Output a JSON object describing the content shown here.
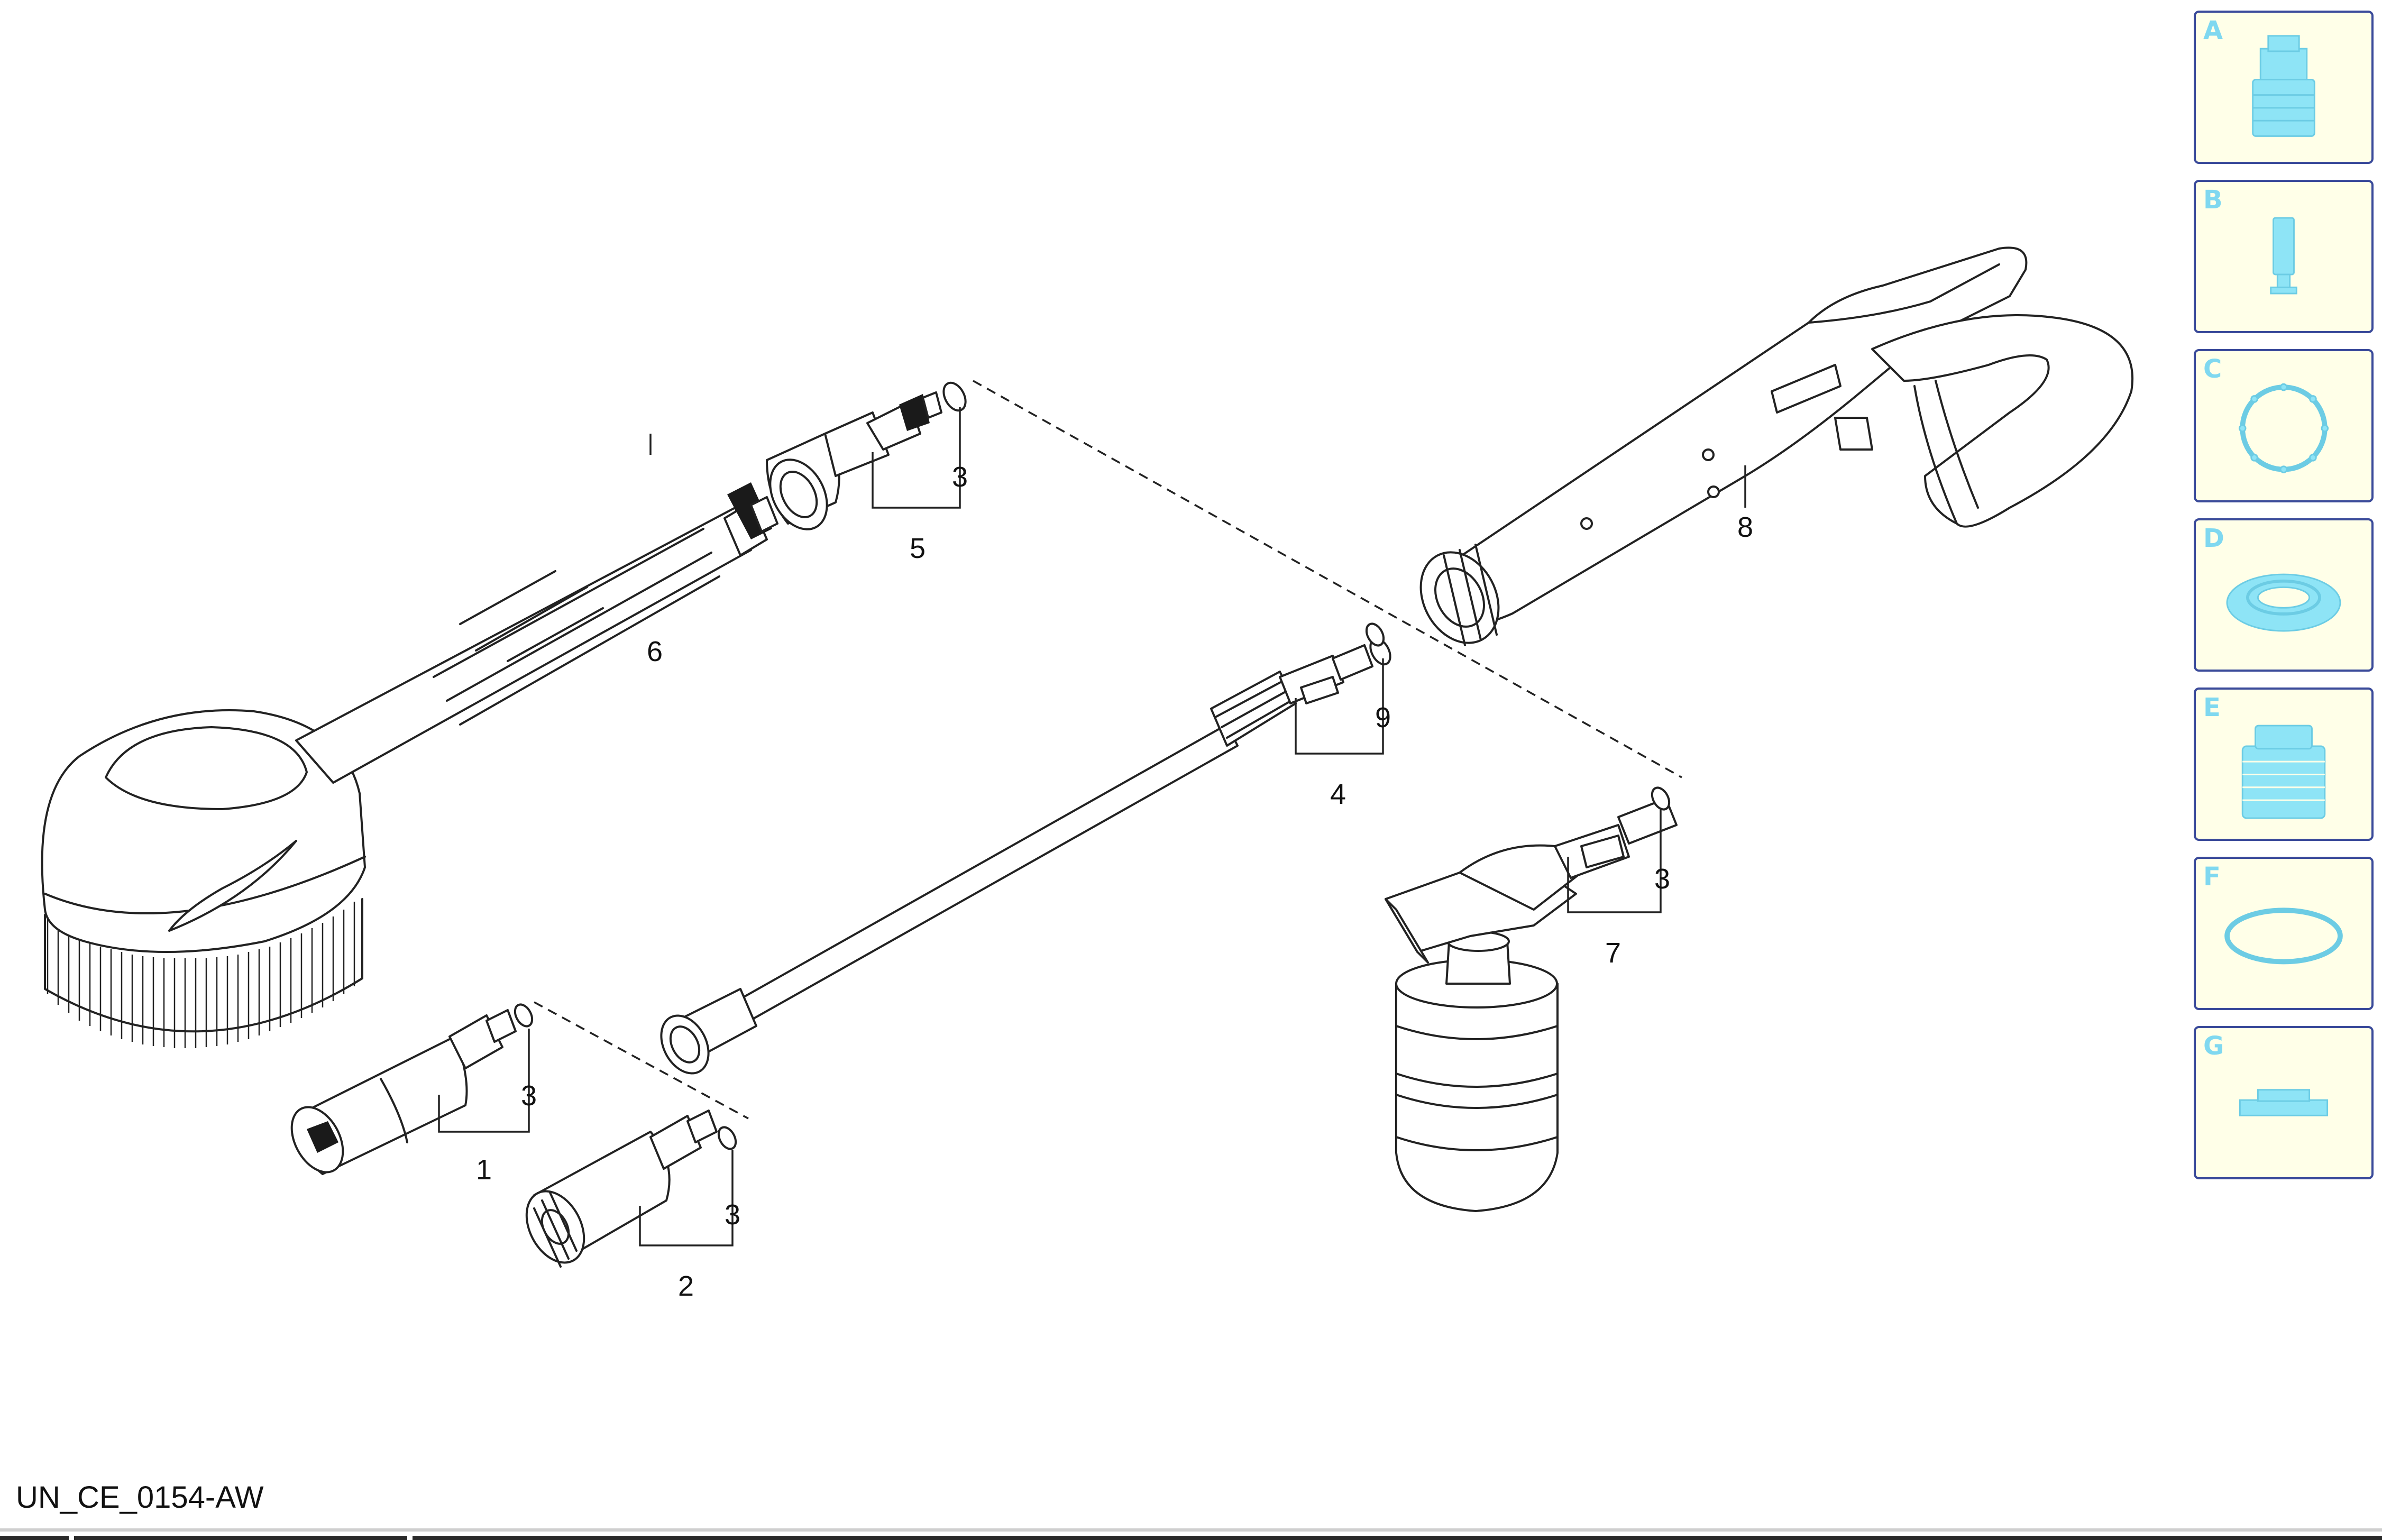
{
  "drawing": {
    "code": "UN_CE_0154-AW",
    "callouts": {
      "c1": "1",
      "c2": "2",
      "c3a": "3",
      "c3b": "3",
      "c3c": "3",
      "c3d": "3",
      "c4": "4",
      "c5": "5",
      "c6": "6",
      "c7": "7",
      "c8": "8",
      "c9": "9"
    }
  },
  "thumbnails": [
    {
      "letter": "A",
      "icon": "nozzle-coupling-icon"
    },
    {
      "letter": "B",
      "icon": "cylinder-insert-icon"
    },
    {
      "letter": "C",
      "icon": "o-ring-icon"
    },
    {
      "letter": "D",
      "icon": "seal-ring-icon"
    },
    {
      "letter": "E",
      "icon": "threaded-nut-icon"
    },
    {
      "letter": "F",
      "icon": "flat-gasket-icon"
    },
    {
      "letter": "G",
      "icon": "clip-icon"
    }
  ],
  "colors": {
    "thumbnail_background": "#ffffe8",
    "thumbnail_border": "#3a4a9a",
    "thumbnail_icon": "#8ee4f6"
  }
}
